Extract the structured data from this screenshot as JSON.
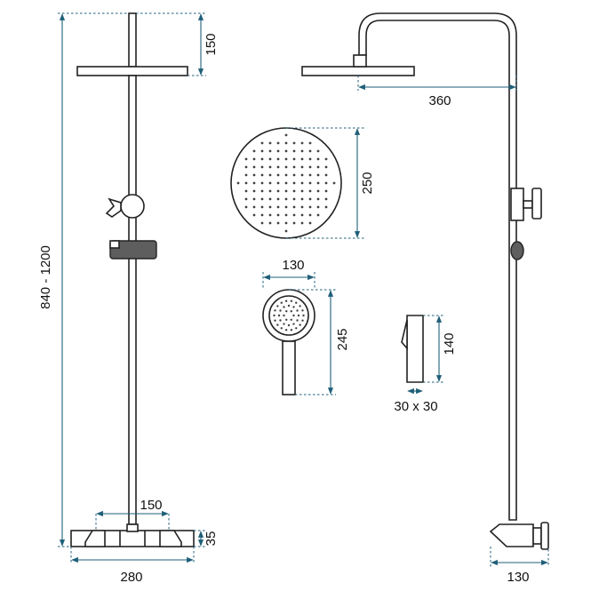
{
  "diagram": {
    "dimensions": {
      "rain_head_height": "150",
      "column_height": "840 - 1200",
      "arm_reach": "360",
      "head_diameter": "250",
      "hand_shower_width": "130",
      "hand_shower_length": "245",
      "holder_height": "140",
      "holder_section": "30 x 30",
      "spout_spacing": "150",
      "mixer_height": "35",
      "mixer_width": "280",
      "wall_offset": "130"
    },
    "colors": {
      "dimension_line": "#1f5f78",
      "outline": "#222222",
      "slider_fill": "#5e5e5e"
    }
  }
}
